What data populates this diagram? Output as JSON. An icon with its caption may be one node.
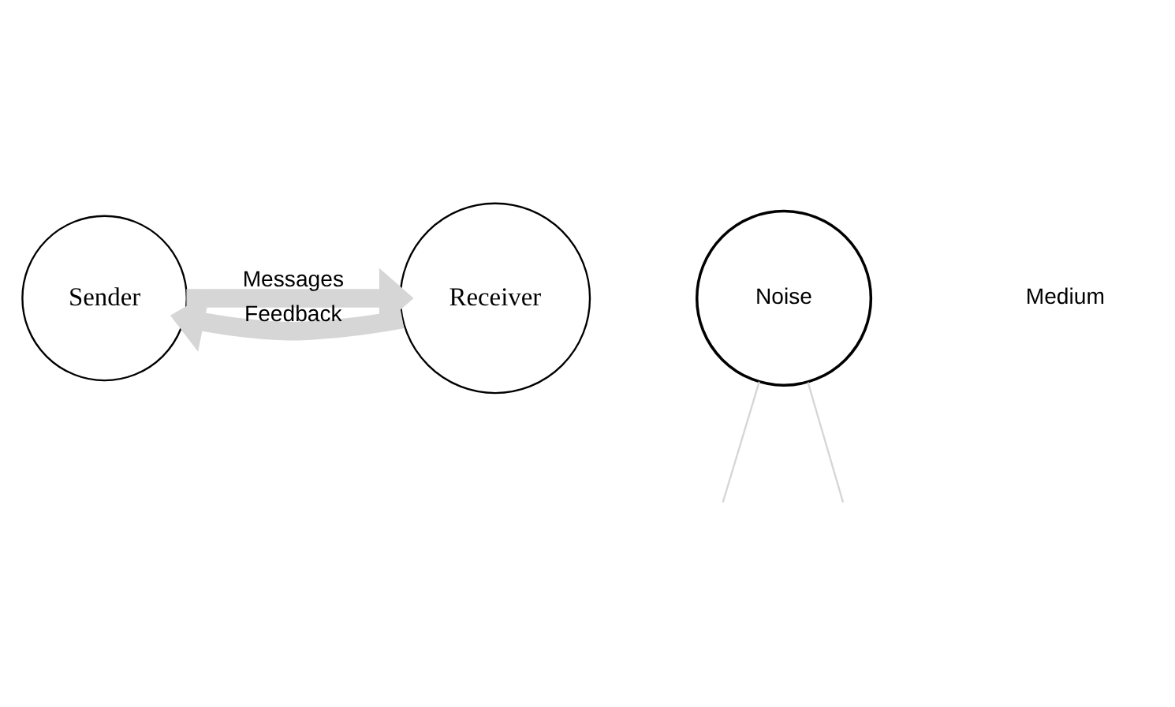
{
  "diagram": {
    "nodes": [
      {
        "text": [
          "Sender"
        ]
      },
      {
        "text": [
          "Receiver"
        ]
      },
      {
        "text": [
          "Noise"
        ]
      }
    ],
    "edges": [
      {
        "from": 0,
        "to": 1,
        "arrow": "to",
        "label": "Messages",
        "style": "thick"
      },
      {
        "from": 2,
        "to": null,
        "arrow": "none"
      },
      {
        "from": 2,
        "to": null,
        "arrow": "none"
      },
      {
        "from": 1,
        "to": 0,
        "arrow": "to",
        "label": "Feedback",
        "style": "thick"
      }
    ],
    "labels": [
      "Medium"
    ]
  }
}
